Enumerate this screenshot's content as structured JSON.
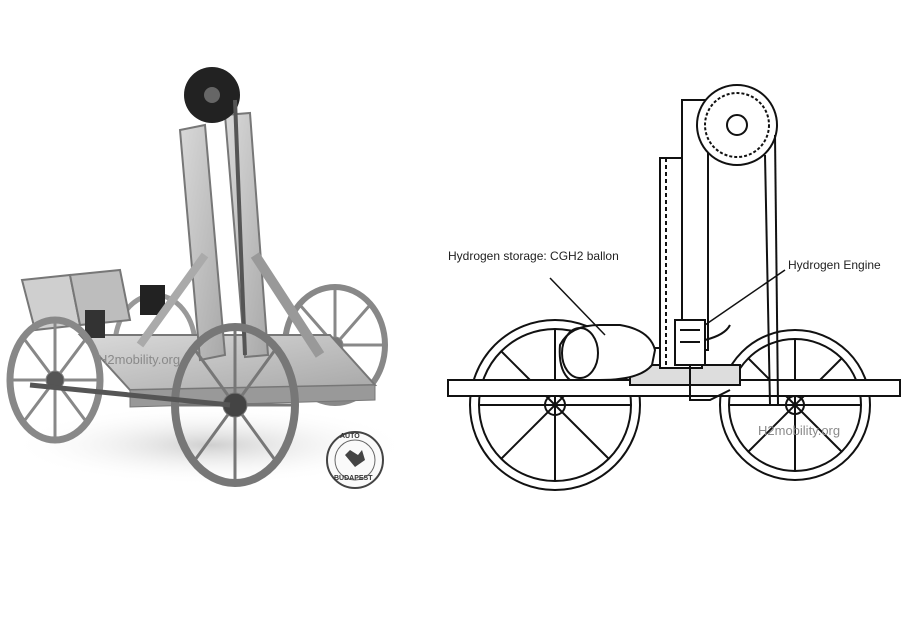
{
  "photo": {
    "watermark": "H2mobility.org",
    "stamp_line1": "AUTO",
    "stamp_line2": "BUDAPEST"
  },
  "drawing": {
    "label_storage": "Hydrogen storage: CGH2 ballon",
    "label_engine": "Hydrogen Engine",
    "watermark": "H2mobility.org"
  }
}
